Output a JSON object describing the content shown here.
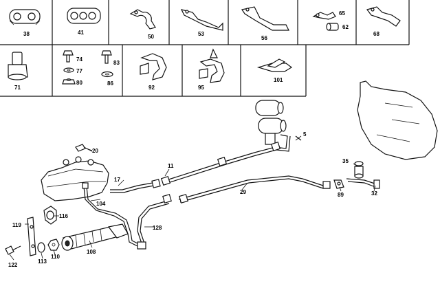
{
  "catalog": {
    "row1": [
      "38",
      "41",
      "50",
      "53",
      "56",
      "65",
      "62",
      "68"
    ],
    "row2": [
      "71",
      "74",
      "77",
      "80",
      "83",
      "86",
      "92",
      "95",
      "101"
    ]
  },
  "diagram": {
    "callouts": [
      "20",
      "17",
      "11",
      "5",
      "35",
      "104",
      "29",
      "89",
      "32",
      "116",
      "119",
      "128",
      "108",
      "113",
      "110",
      "122"
    ]
  }
}
